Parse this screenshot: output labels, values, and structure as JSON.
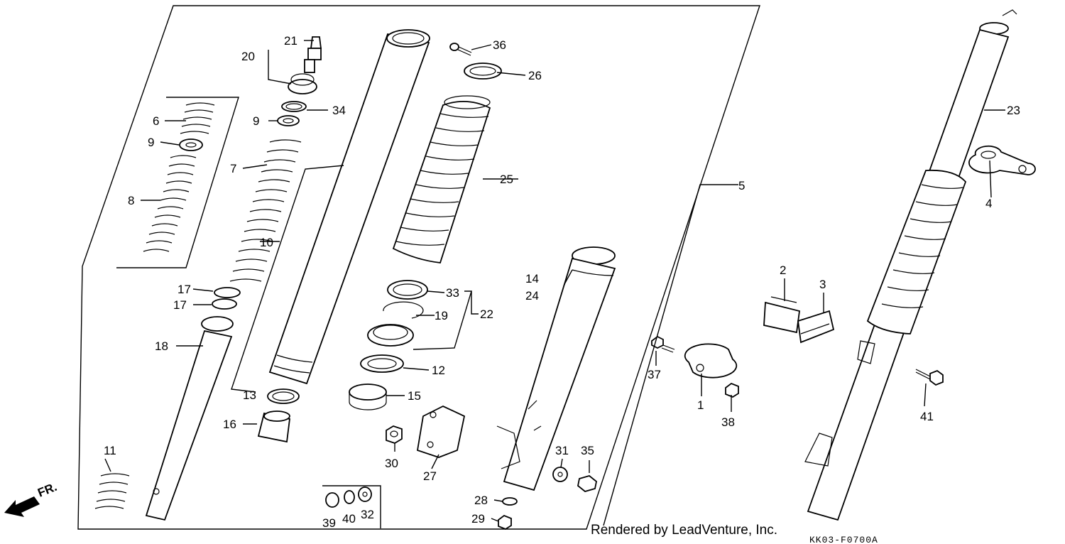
{
  "labels": {
    "p1": "1",
    "p2": "2",
    "p3": "3",
    "p4": "4",
    "p5": "5",
    "p6": "6",
    "p7": "7",
    "p8": "8",
    "p9a": "9",
    "p9b": "9",
    "p10": "10",
    "p11": "11",
    "p12": "12",
    "p13": "13",
    "p14": "14",
    "p15": "15",
    "p16": "16",
    "p17a": "17",
    "p17b": "17",
    "p18": "18",
    "p19": "19",
    "p20": "20",
    "p21": "21",
    "p22": "22",
    "p23": "23",
    "p24": "24",
    "p25": "25",
    "p26": "26",
    "p27": "27",
    "p28": "28",
    "p29": "29",
    "p30": "30",
    "p31": "31",
    "p32": "32",
    "p33": "33",
    "p34": "34",
    "p35": "35",
    "p36": "36",
    "p37": "37",
    "p38": "38",
    "p39": "39",
    "p40": "40",
    "p41": "41"
  },
  "direction_label": "FR.",
  "credit": "Rendered by LeadVenture, Inc.",
  "diagram_code": "KK03-F0700A"
}
